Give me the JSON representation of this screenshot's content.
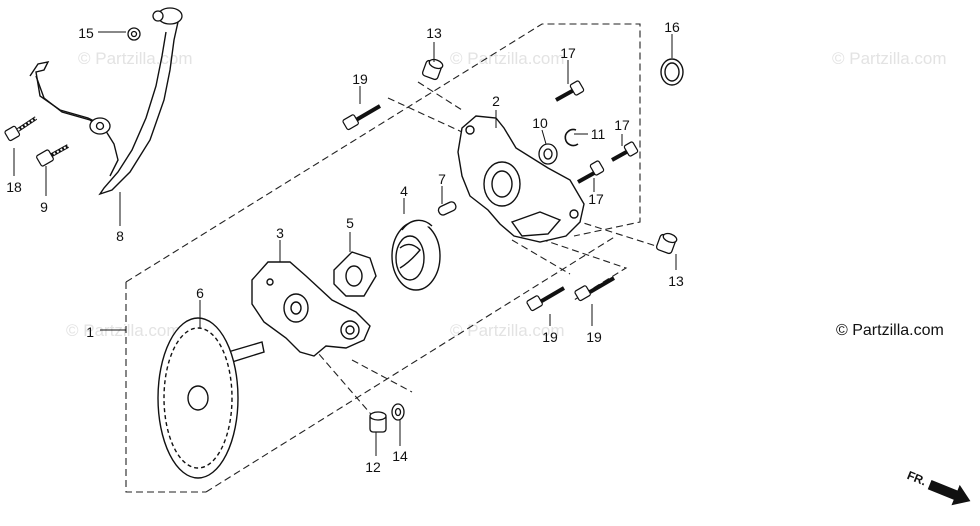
{
  "diagram": {
    "callouts": [
      {
        "id": "c1",
        "label": "1"
      },
      {
        "id": "c2",
        "label": "2"
      },
      {
        "id": "c3",
        "label": "3"
      },
      {
        "id": "c4",
        "label": "4"
      },
      {
        "id": "c5",
        "label": "5"
      },
      {
        "id": "c6",
        "label": "6"
      },
      {
        "id": "c7",
        "label": "7"
      },
      {
        "id": "c8",
        "label": "8"
      },
      {
        "id": "c9",
        "label": "9"
      },
      {
        "id": "c10",
        "label": "10"
      },
      {
        "id": "c11",
        "label": "11"
      },
      {
        "id": "c12",
        "label": "12"
      },
      {
        "id": "c13a",
        "label": "13"
      },
      {
        "id": "c13b",
        "label": "13"
      },
      {
        "id": "c14",
        "label": "14"
      },
      {
        "id": "c15",
        "label": "15"
      },
      {
        "id": "c16",
        "label": "16"
      },
      {
        "id": "c17a",
        "label": "17"
      },
      {
        "id": "c17b",
        "label": "17"
      },
      {
        "id": "c17c",
        "label": "17"
      },
      {
        "id": "c18",
        "label": "18"
      },
      {
        "id": "c19a",
        "label": "19"
      },
      {
        "id": "c19b",
        "label": "19"
      },
      {
        "id": "c19c",
        "label": "19"
      }
    ],
    "watermark": "© Partzilla.com",
    "copyright": "© Partzilla.com",
    "direction_label": "FR."
  }
}
